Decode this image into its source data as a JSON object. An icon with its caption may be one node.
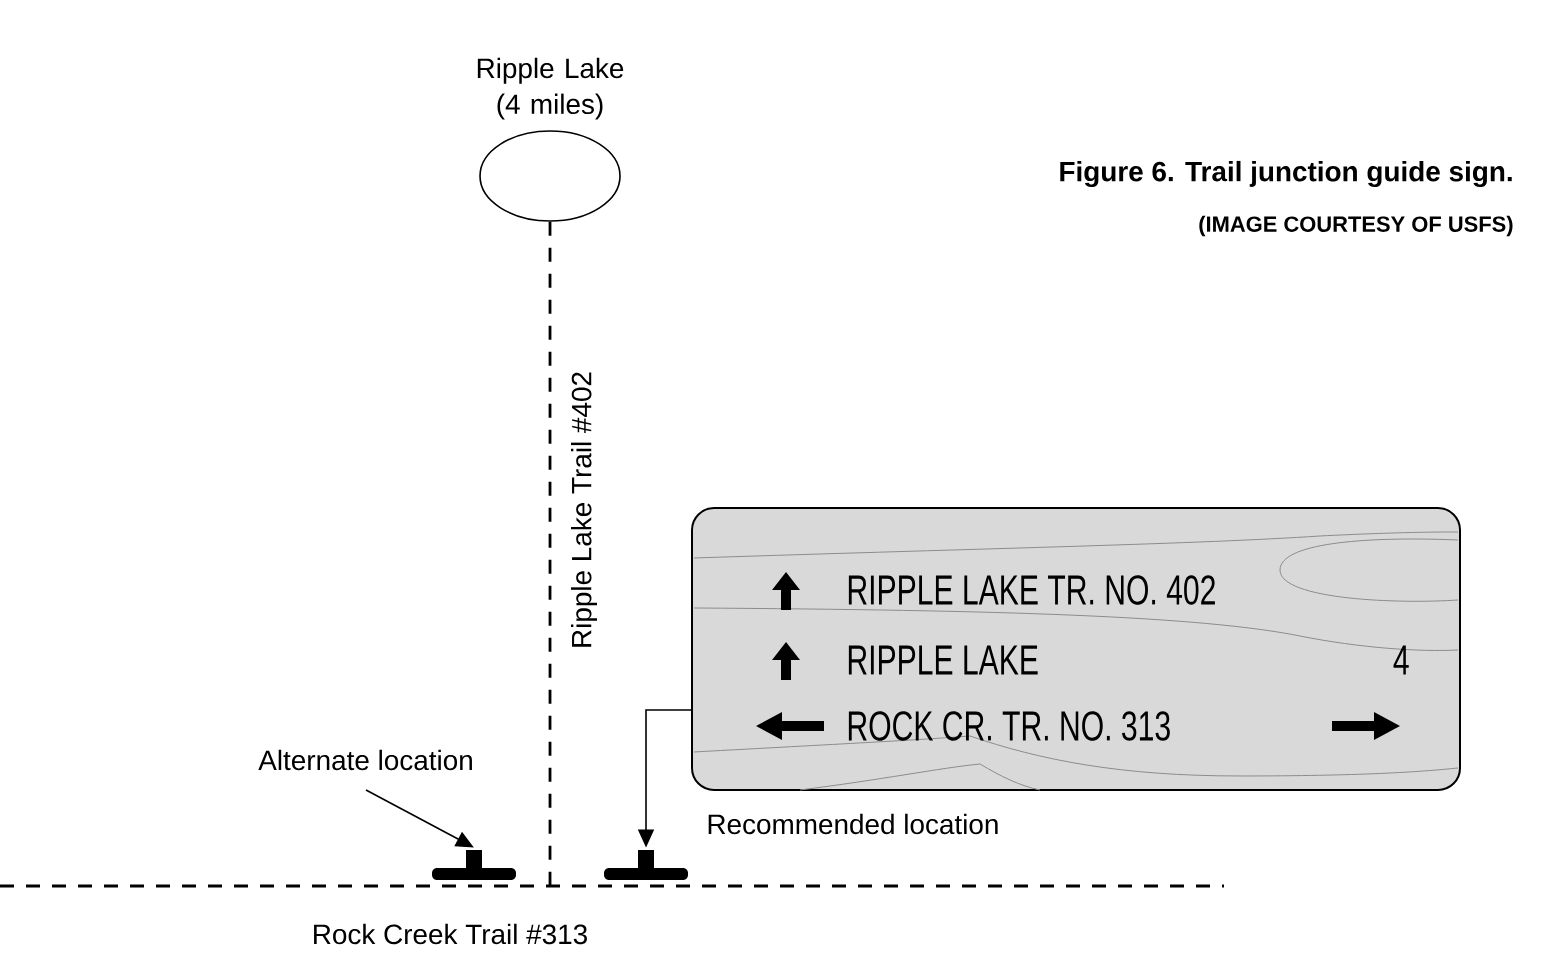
{
  "diagram": {
    "title": "Figure 6. Trail junction guide sign.",
    "caption": "(IMAGE COURTESY OF USFS)",
    "nodes": [
      {
        "text": [
          "Ripple Lake (4 miles)"
        ]
      },
      {
        "text": [
          "RIPPLE LAKE TR. NO. 402",
          "RIPPLE LAKE",
          "4",
          "ROCK CR. TR. NO. 313"
        ]
      },
      {
        "text": [
          "Alternate location"
        ]
      },
      {
        "text": [],
        "shape": "post"
      },
      {
        "text": [],
        "shape": "post",
        "beside": [
          "Recommended location"
        ]
      }
    ],
    "edges": [
      {
        "from": 0,
        "to": null,
        "arrow": "none",
        "style": "dashed",
        "label": "Ripple Lake Trail #402"
      },
      {
        "from": 2,
        "to": 3,
        "arrow": "to"
      },
      {
        "from": 1,
        "to": 4,
        "arrow": "to"
      }
    ],
    "labels": [
      "Rock Creek Trail #313"
    ]
  }
}
